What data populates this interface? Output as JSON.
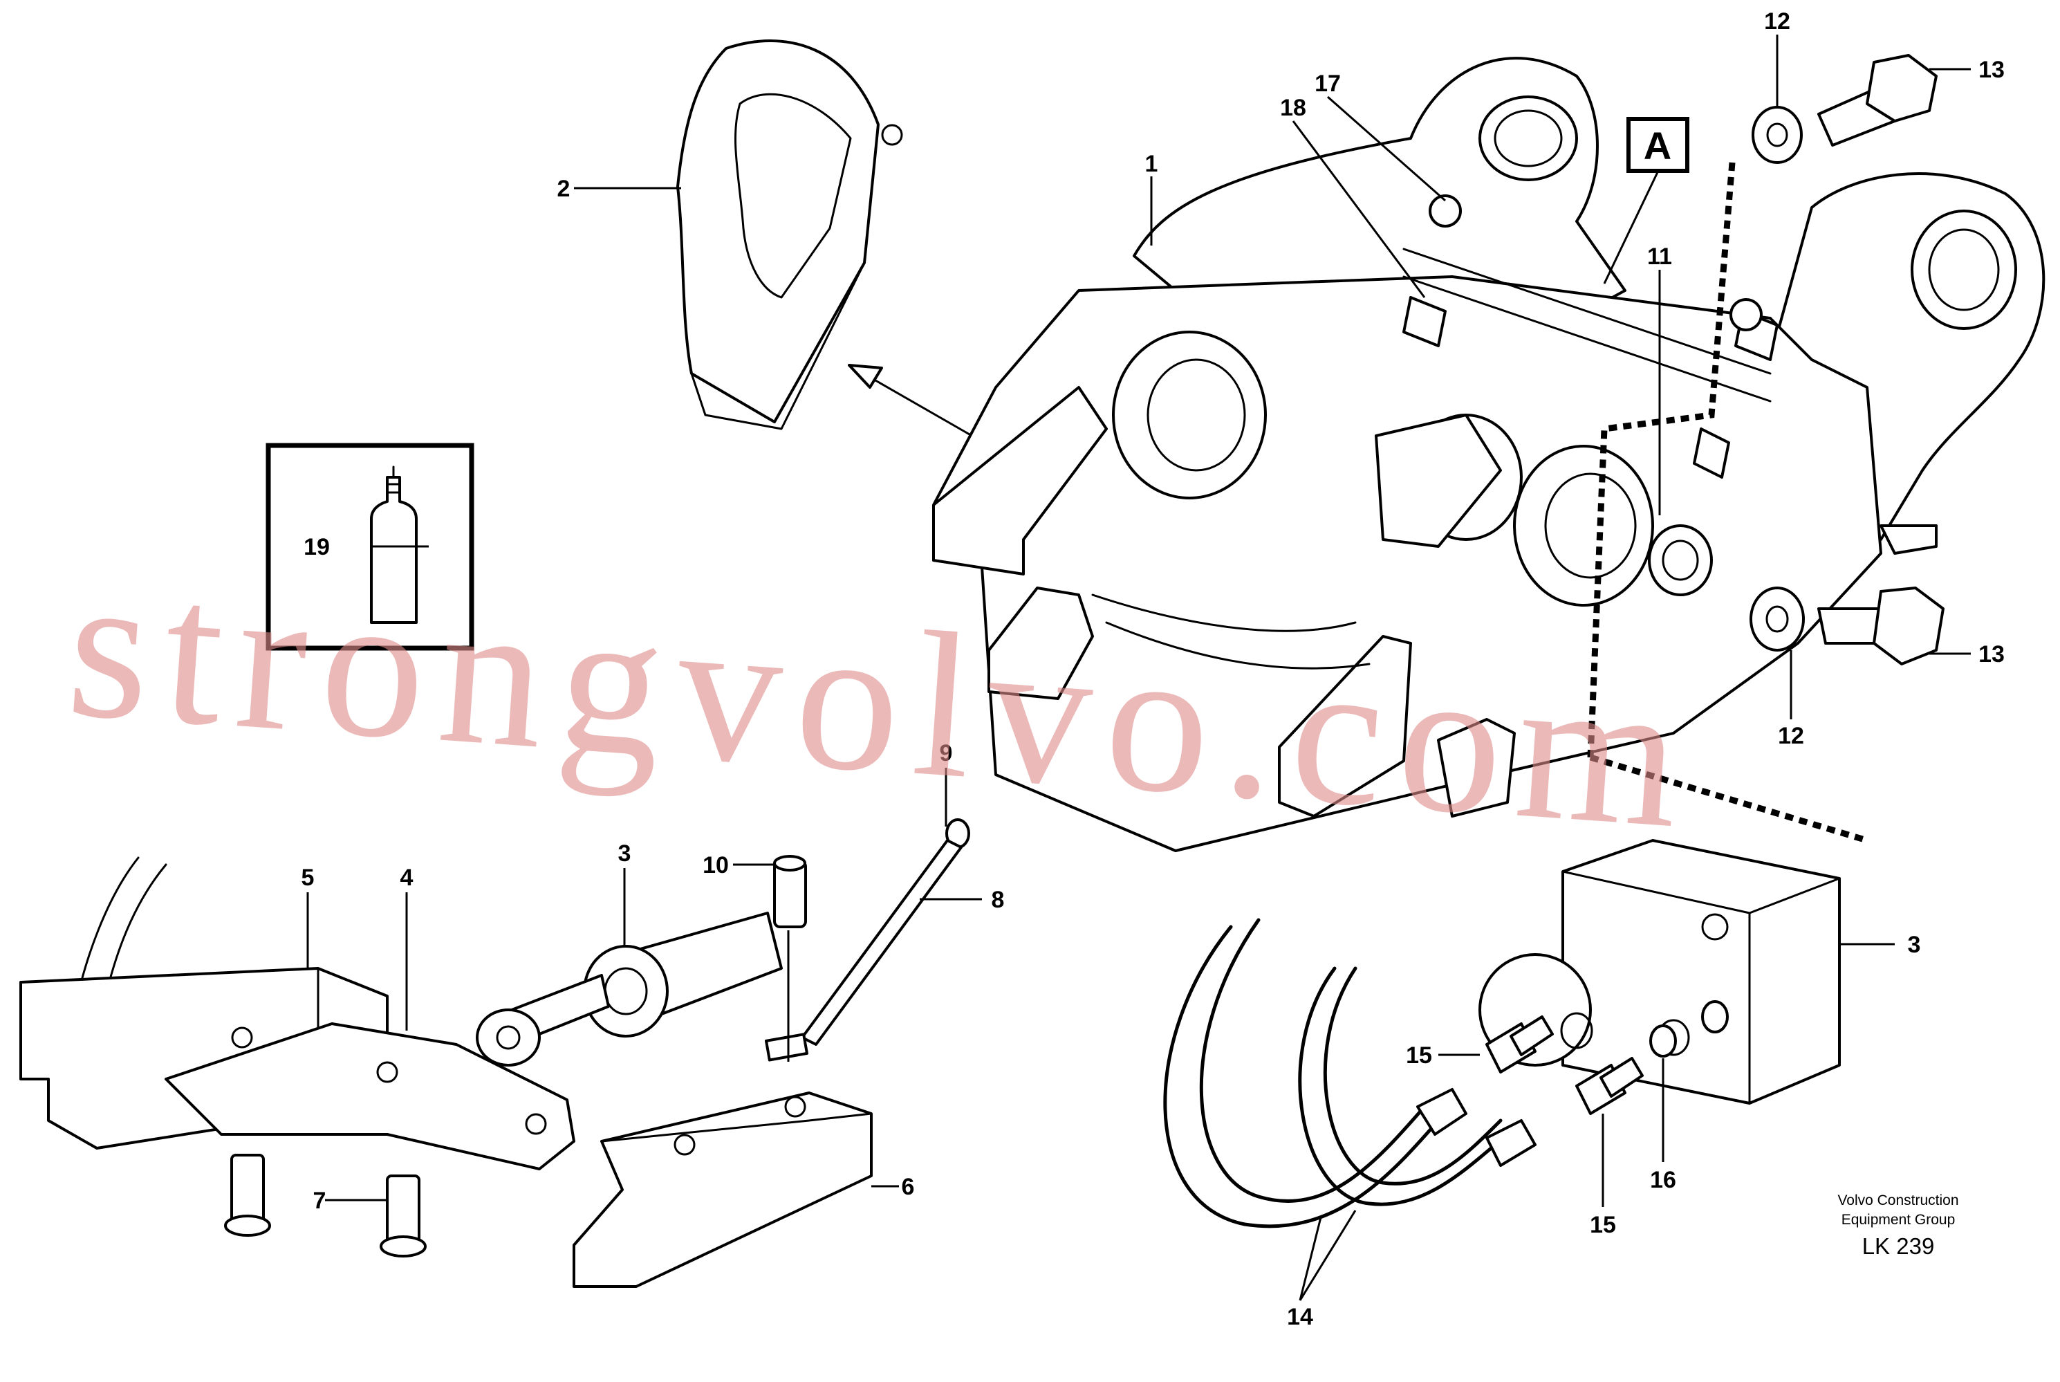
{
  "callouts": {
    "c1": "1",
    "c2": "2",
    "c3a": "3",
    "c3b": "3",
    "c4": "4",
    "c5": "5",
    "c6": "6",
    "c7": "7",
    "c8": "8",
    "c9": "9",
    "c10": "10",
    "c11": "11",
    "c12a": "12",
    "c12b": "12",
    "c13a": "13",
    "c13b": "13",
    "c14": "14",
    "c15a": "15",
    "c15b": "15",
    "c16": "16",
    "c17": "17",
    "c18": "18",
    "c19": "19"
  },
  "view_marker": "A",
  "watermark": "strongvolvo.com",
  "credit": {
    "line1": "Volvo Construction",
    "line2": "Equipment Group",
    "code": "LK 239"
  },
  "colors": {
    "line": "#000000",
    "background": "#ffffff",
    "watermark": "#e08a8a"
  }
}
